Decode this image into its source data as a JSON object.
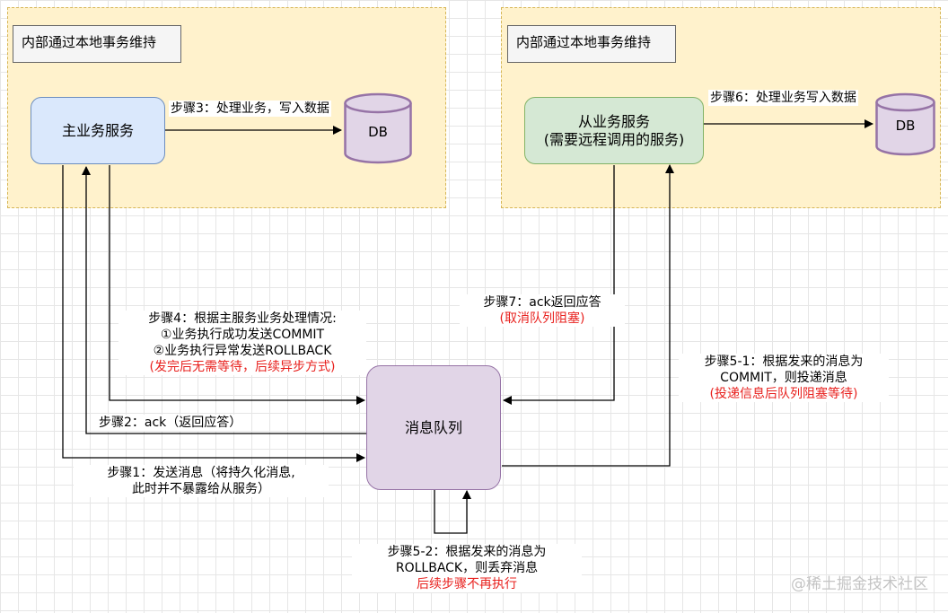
{
  "regions": {
    "left_label": "内部通过本地事务维持",
    "right_label": "内部通过本地事务维持"
  },
  "nodes": {
    "main_service": "主业务服务",
    "sub_service": "从业务服务\n(需要远程调用的服务)",
    "message_queue": "消息队列",
    "db_left": "DB",
    "db_right": "DB"
  },
  "steps": {
    "step1": [
      "步骤1：发送消息（将持久化消息,",
      "此时并不暴露给从服务）"
    ],
    "step2": "步骤2：ack（返回应答）",
    "step3": "步骤3：处理业务，写入数据",
    "step4": {
      "lines": [
        "步骤4：根据主服务业务处理情况:",
        "①业务执行成功发送COMMIT",
        "②业务执行异常发送ROLLBACK"
      ],
      "note": "(发完后无需等待，后续异步方式)"
    },
    "step5_1": {
      "lines": [
        "步骤5-1：根据发来的消息为",
        "COMMIT，则投递消息"
      ],
      "note": "(投递信息后队列阻塞等待)"
    },
    "step5_2": {
      "lines": [
        "步骤5-2：根据发来的消息为",
        "ROLLBACK，则丢弃消息"
      ],
      "note": "后续步骤不再执行"
    },
    "step6": "步骤6：处理业务写入数据",
    "step7": {
      "line": "步骤7：ack返回应答",
      "note": "(取消队列阻塞)"
    }
  },
  "watermark": "@稀土掘金技术社区",
  "colors": {
    "region_fill": "#fff2cc",
    "main_service_fill": "#dae8fc",
    "sub_service_fill": "#d5e8d4",
    "queue_fill": "#e1d5e7",
    "db_fill": "#e1d5e7",
    "note_red": "#e8201d"
  }
}
